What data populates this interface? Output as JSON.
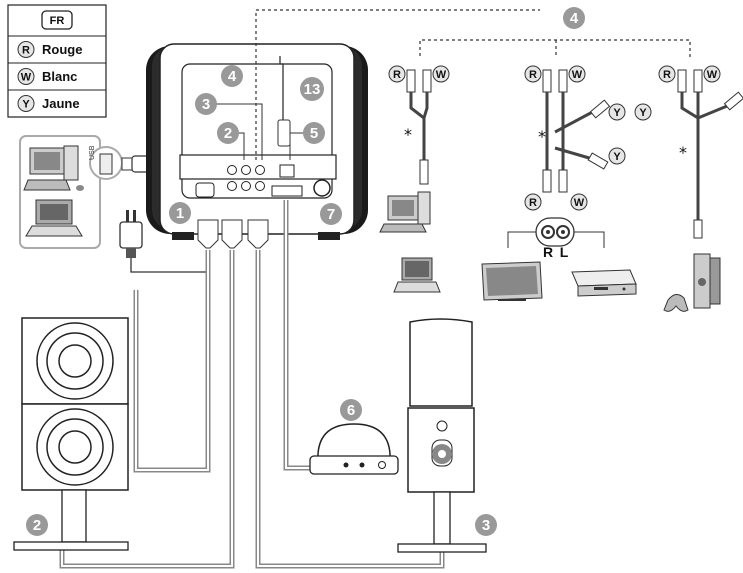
{
  "legend": {
    "lang": "FR",
    "items": [
      {
        "letter": "R",
        "label": "Rouge"
      },
      {
        "letter": "W",
        "label": "Blanc"
      },
      {
        "letter": "Y",
        "label": "Jaune"
      }
    ]
  },
  "callouts": {
    "n1": "1",
    "n2a": "2",
    "n2b": "2",
    "n3a": "3",
    "n3b": "3",
    "n4a": "4",
    "n4b": "4",
    "n5": "5",
    "n6": "6",
    "n7": "7",
    "n13": "13"
  },
  "plugs": {
    "r": "R",
    "w": "W",
    "y": "Y"
  },
  "rca_jack": {
    "right": "R",
    "left": "L"
  },
  "break_mark": "*",
  "port_label": "USB"
}
